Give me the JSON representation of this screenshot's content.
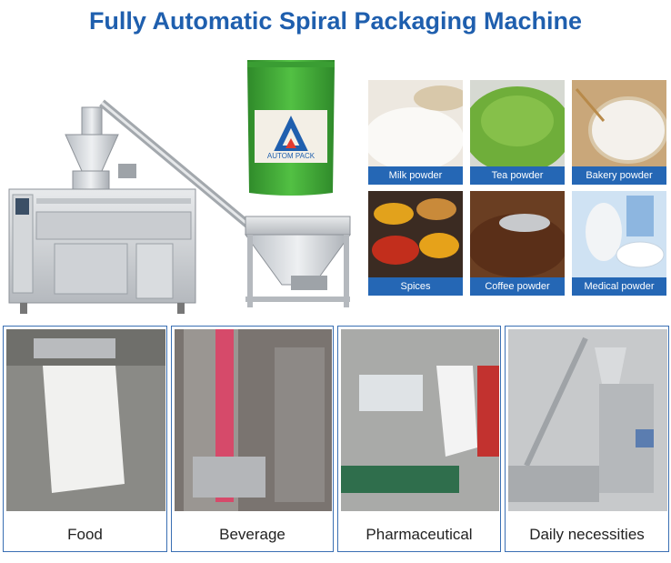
{
  "page": {
    "title": "Fully Automatic Spiral Packaging Machine",
    "pouch_brand": "AUTOM PACK",
    "colors": {
      "title": "#1f5fae",
      "caption_bar": "#2567b5",
      "card_border": "#3a6fb3",
      "pouch_green": "#3fa535"
    }
  },
  "products": [
    {
      "label": "Milk powder"
    },
    {
      "label": "Tea powder"
    },
    {
      "label": "Bakery powder"
    },
    {
      "label": "Spices"
    },
    {
      "label": "Coffee powder"
    },
    {
      "label": "Medical powder"
    }
  ],
  "applications": [
    {
      "label": "Food"
    },
    {
      "label": "Beverage"
    },
    {
      "label": "Pharmaceutical"
    },
    {
      "label": "Daily necessities"
    }
  ]
}
